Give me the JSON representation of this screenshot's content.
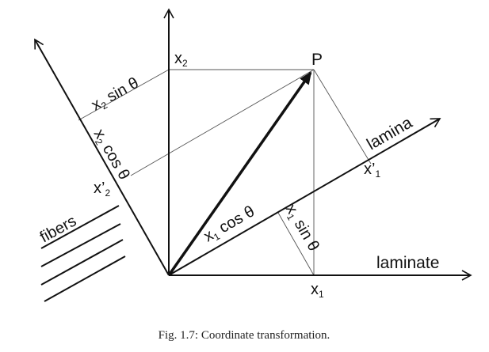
{
  "labels": {
    "x2_axis": "x",
    "x2_axis_sub": "2",
    "point": "P",
    "lamina": "lamina",
    "laminate": "laminate",
    "fibers": "fibers",
    "x1_axis": "x",
    "x1_axis_sub": "1",
    "x1p": "x’",
    "x1p_sub": "1",
    "x2p": "x’",
    "x2p_sub": "2",
    "x2_sin_x": "x",
    "x2_sin_sub": "2",
    "x2_sin_rest": " sin θ",
    "x2_cos_x": "x",
    "x2_cos_sub": "2",
    "x2_cos_rest": " cos θ",
    "x1_cos_x": "x",
    "x1_cos_sub": "1",
    "x1_cos_rest": " cos θ",
    "x1_sin_x": "x",
    "x1_sin_sub": "1",
    "x1_sin_rest": " sin θ"
  },
  "caption": "Fig. 1.7: Coordinate transformation."
}
